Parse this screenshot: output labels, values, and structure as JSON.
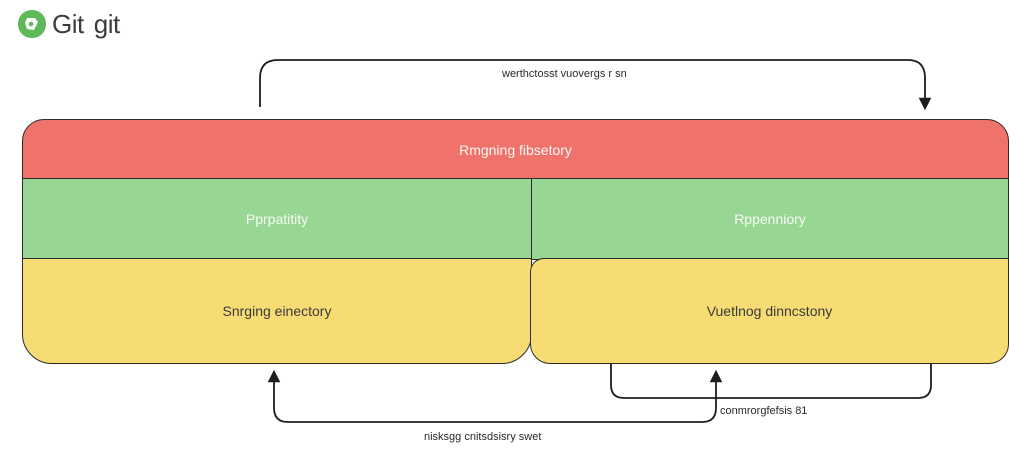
{
  "logo": {
    "icon": "git-logo-icon",
    "brand": "Git",
    "word": "git",
    "color": "#5fb85a"
  },
  "diagram": {
    "top_region": {
      "label": "Rmgning fibsetory",
      "color": "#ef736b"
    },
    "left_green": {
      "label": "Pprpatitity",
      "color": "#98d693"
    },
    "right_green": {
      "label": "Rppenniory",
      "color": "#98d693"
    },
    "left_yellow": {
      "label": "Snrging einectory",
      "color": "#f6dc73"
    },
    "right_yellow": {
      "label": "Vuetlnog dinncstony",
      "color": "#f6dc73"
    },
    "arrow_labels": {
      "top": "werthctosst vuovergs r sn",
      "right": "conmrorgfefsis 81",
      "bottom": "nisksgg cnitsdsisry swet"
    }
  }
}
